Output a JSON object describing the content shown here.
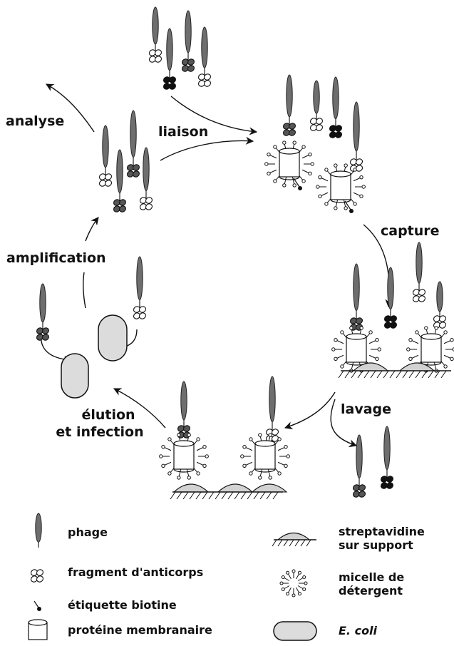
{
  "steps": {
    "analyse": "analyse",
    "liaison": "liaison",
    "capture": "capture",
    "lavage": "lavage",
    "elution_line1": "élution",
    "elution_line2": "et infection",
    "amplification": "amplification"
  },
  "legend": {
    "phage": "phage",
    "fragment": "fragment d'anticorps",
    "biotine": "étiquette biotine",
    "proteine": "protéine membranaire",
    "streptavidine_line1": "streptavidine",
    "streptavidine_line2": "sur support",
    "micelle_line1": "micelle de",
    "micelle_line2": "détergent",
    "ecoli": "E. coli"
  },
  "colors": {
    "phage": "#6e6e6e",
    "fragment_dark": "#111111",
    "ecoli": "#dcdcdc",
    "support": "#d2d2d2"
  }
}
